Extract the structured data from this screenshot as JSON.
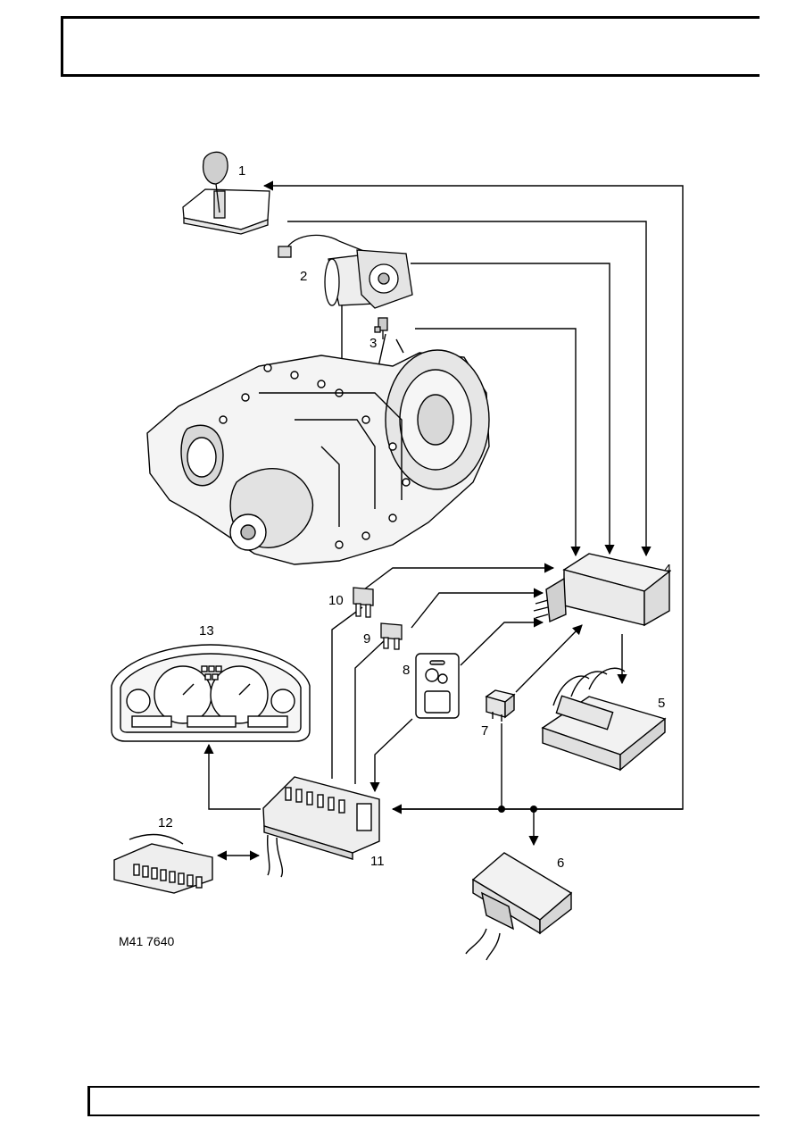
{
  "diagram": {
    "reference": "M41 7640",
    "callouts": {
      "c1": "1",
      "c2": "2",
      "c3": "3",
      "c4": "4",
      "c5": "5",
      "c6": "6",
      "c7": "7",
      "c8": "8",
      "c9": "9",
      "c10": "10",
      "c11": "11",
      "c12": "12",
      "c13": "13"
    }
  }
}
